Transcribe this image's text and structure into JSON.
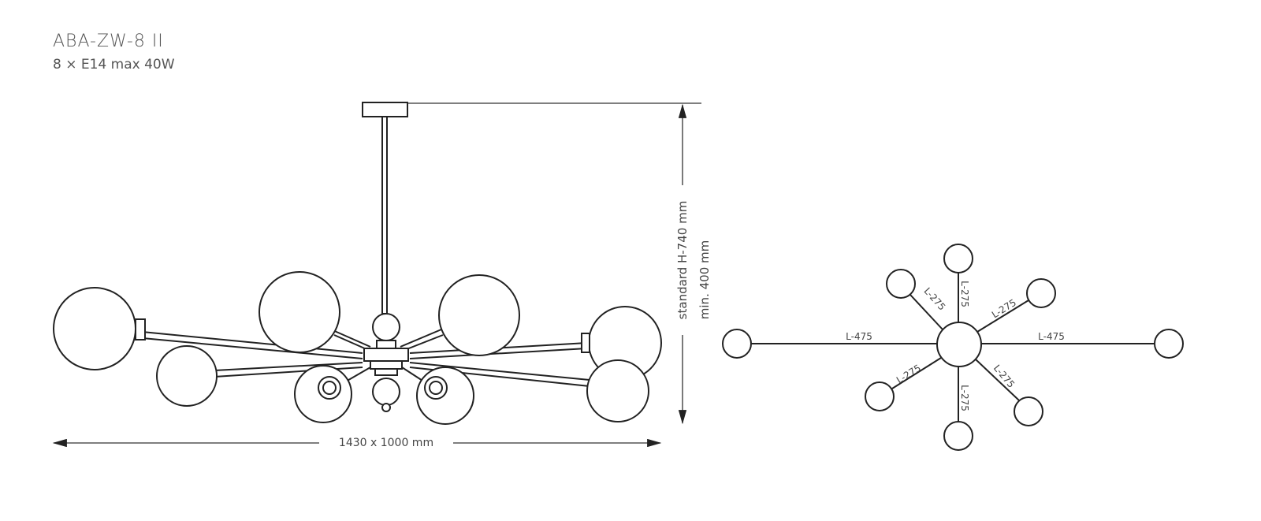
{
  "header": {
    "title": "ABA-ZW-8  II",
    "subtitle": "8 × E14 max 40W"
  },
  "side_view": {
    "width_label": "1430 x 1000 mm",
    "height_label": "standard H-740 mm",
    "min_height_label": "min. 400 mm"
  },
  "top_view": {
    "long_arm_label": "L-475",
    "short_arm_label": "L-275"
  }
}
